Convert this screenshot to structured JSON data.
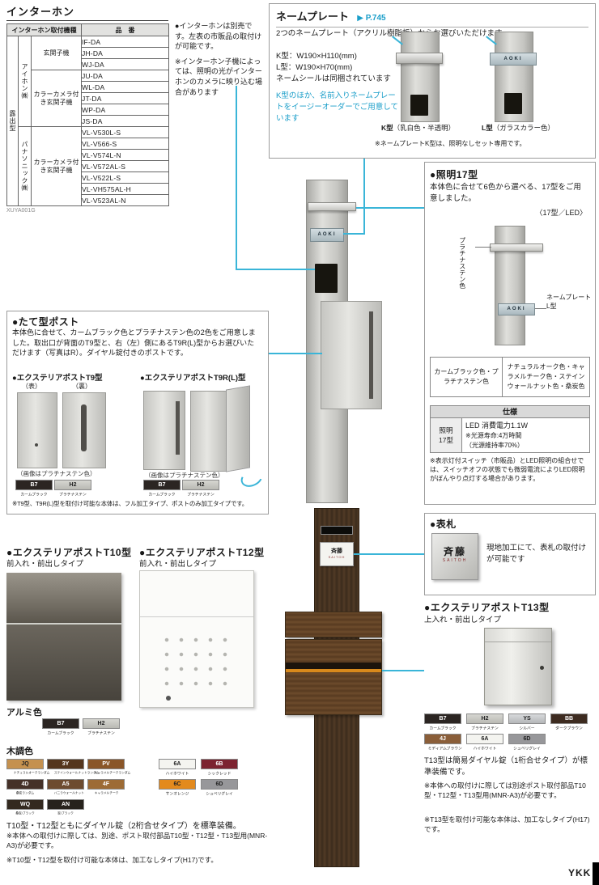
{
  "theme": {
    "accent_blue": "#1a9ec9",
    "leader_cyan": "#3ab5d8",
    "orange_accent": "#d8891c"
  },
  "intercom": {
    "title": "インターホン",
    "header_model": "インターホン取付機種",
    "header_part": "品　番",
    "side_label": "露出型",
    "maker_aiphone": "アイホン㈱",
    "maker_panasonic": "パナソニック㈱",
    "type_door": "玄関子機",
    "type_camera_a": "カラーカメラ付き玄関子機",
    "type_camera_p": "カラーカメラ付き玄関子機",
    "parts": [
      "IF-DA",
      "JH-DA",
      "WJ-DA",
      "JU-DA",
      "WL-DA",
      "JT-DA",
      "WP-DA",
      "JS-DA",
      "VL-V530L-S",
      "VL-V566-S",
      "VL-V574L-N",
      "VL-V572AL-S",
      "VL-V522L-S",
      "VL-VH575AL-H",
      "VL-V523AL-N"
    ],
    "code": "XUYA001G",
    "note_sold_separately": "●インターホンは別売です。左表の市販品の取付けが可能です。",
    "note_camera": "※インターホン子機によっては、照明の光がインターホンのカメラに映り込む場合があります"
  },
  "nameplate": {
    "title": "ネームプレート",
    "page_ref": "▶ P.745",
    "desc": "2つのネームプレート（アクリル樹脂板）からお選びいただけます。",
    "size_k": "K型：W190×H110(mm)",
    "size_l": "L型：W190×H70(mm)",
    "included": "ネームシールは同梱されています",
    "easy_order": "K型のほか、名前入りネームプレートをイージーオーダーでご用意しています",
    "label_k": "K型",
    "label_k_sub": "（乳白色・半透明）",
    "label_l": "L型",
    "label_l_sub": "（ガラスカラー色）",
    "plate_text": "AOKI",
    "note": "※ネームプレートK型は、照明なしセット専用です。"
  },
  "lighting": {
    "title": "●照明17型",
    "desc": "本体色に合せて6色から選べる、17型をご用意しました。",
    "variant": "〈17型／LED〉",
    "label_body_color": "プラチナステン色",
    "label_plate_line1": "ネームプレート",
    "label_plate_line2": "L型",
    "plate_text": "AOKI",
    "colors_left": "カームブラック色・プラチナステン色",
    "colors_right": "ナチュラルオーク色・キャラメルチーク色・ステインウォールナット色・桑炭色",
    "spec_header": "仕様",
    "spec_name_line1": "照明",
    "spec_name_line2": "17型",
    "spec_line1": "LED 消費電力1.1W",
    "spec_line2": "※光源寿命:4万時間",
    "spec_line3": "（光源維持率70%）",
    "note": "※表示灯付スイッチ（市販品）とLED照明の組合せでは、スイッチオフの状態でも微弱電流によりLED照明がぼんやり点灯する場合があります。"
  },
  "tate_post": {
    "title": "●たて型ポスト",
    "desc": "本体色に合せて、カームブラック色とプラチナステン色の2色をご用意しました。取出口が背面のT9型と、右（左）側にあるT9R(L)型からお選びいただけます（写真はR）。ダイヤル錠付きのポストです。",
    "sub_t9": "●エクステリアポストT9型",
    "sub_t9r": "●エクステリアポストT9R(L)型",
    "front_label": "（表）",
    "back_label": "（裏）",
    "caption": "（画像はプラチナステン色）",
    "note": "※T9型、T9R(L)型を取付け可能な本体は、フル加工タイプ、ポストのみ加工タイプです。"
  },
  "t10": {
    "title": "●エクステリアポストT10型",
    "type": "前入れ・前出しタイプ"
  },
  "t12": {
    "title": "●エクステリアポストT12型",
    "type": "前入れ・前出しタイプ"
  },
  "t10_t12": {
    "alumi_label": "アルミ色",
    "wood_label": "木調色",
    "standard": "T10型・T12型ともにダイヤル錠（2桁合せタイプ）を標準装備。",
    "note_parts": "※本体への取付けに際しては、別途、ポスト取付部品T10型・T12型・T13型用(MNR-A3)が必要です。",
    "note_body": "※T10型・T12型を取付け可能な本体は、加工なしタイプ(H17)です。"
  },
  "hyosatsu": {
    "title": "●表札",
    "plate_name": "斉藤",
    "plate_roman": "SAITOH",
    "desc": "現地加工にて、表札の取付けが可能です"
  },
  "t13": {
    "title": "●エクステリアポストT13型",
    "type": "上入れ・前出しタイプ",
    "standard": "T13型は簡易ダイヤル錠（1桁合せタイプ）が標準装備です。",
    "note_parts": "※本体への取付けに際しては別途ポスト取付部品T10型・T12型・T13型用(MNR-A3)が必要です。",
    "note_body": "※T13型を取付け可能な本体は、加工なしタイプ(H17)です。"
  },
  "chips": {
    "b7": {
      "code": "B7",
      "name": "カームブラック",
      "hex": "#2b2522"
    },
    "h2": {
      "code": "H2",
      "name": "プラチナステン",
      "hex": "#c9c9c4"
    },
    "jq": {
      "code": "JQ",
      "name": "ナチュラルオークランダム",
      "hex": "#c5914f"
    },
    "3y": {
      "code": "3Y",
      "name": "ステインウォールナットランダム",
      "hex": "#55361d"
    },
    "pv": {
      "code": "PV",
      "name": "キャラメルチークランダム",
      "hex": "#8a5628"
    },
    "4d": {
      "code": "4D",
      "name": "桑炭ランダム",
      "hex": "#453128"
    },
    "a5": {
      "code": "A5",
      "name": "バニラウォールナット",
      "hex": "#6d4b2f"
    },
    "4f": {
      "code": "4F",
      "name": "キャラメルチーク",
      "hex": "#9d6b35"
    },
    "wq": {
      "code": "WQ",
      "name": "桑炭/ブラック",
      "hex": "#33291f"
    },
    "an": {
      "code": "AN",
      "name": "炭/ブラック",
      "hex": "#27221c"
    },
    "6a": {
      "code": "6A",
      "name": "ハイホワイト",
      "hex": "#f4f4f0"
    },
    "6b": {
      "code": "6B",
      "name": "シックレッド",
      "hex": "#7c2330"
    },
    "6c": {
      "code": "6C",
      "name": "サンオレンジ",
      "hex": "#e38a1d"
    },
    "6d": {
      "code": "6D",
      "name": "シュベリグレイ",
      "hex": "#97979a"
    },
    "ys": {
      "code": "YS",
      "name": "シルバー",
      "hex": "#c6c8ca"
    },
    "bb": {
      "code": "BB",
      "name": "ダークブラウン",
      "hex": "#3d2b20"
    },
    "4j": {
      "code": "4J",
      "name": "ミディアムブラウン",
      "hex": "#8a5e39"
    }
  },
  "footer": {
    "brand": "YKK"
  }
}
